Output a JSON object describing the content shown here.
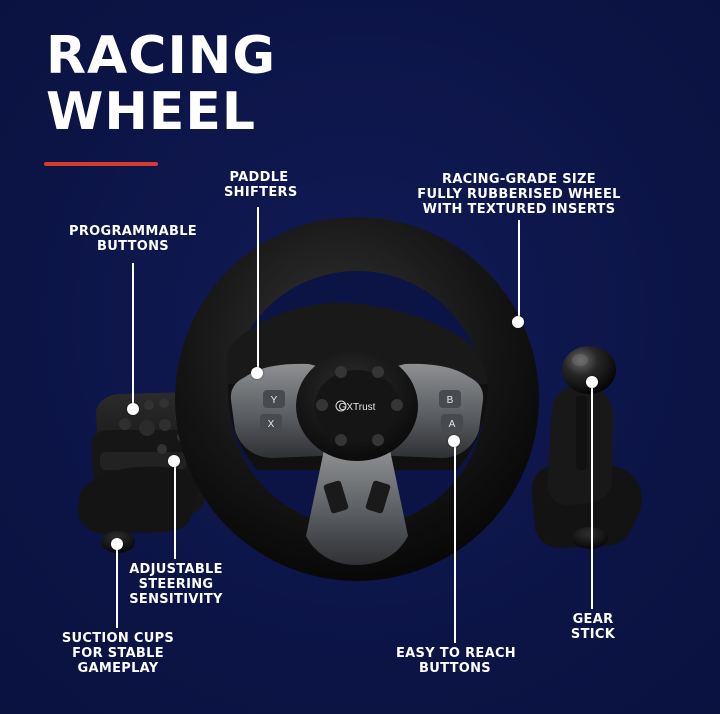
{
  "headline": {
    "line1": "RACING",
    "line2": "WHEEL"
  },
  "accent_color": "#d73a31",
  "brand_logo": "GXTrust",
  "callouts": {
    "paddle": [
      "PADDLE",
      "SHIFTERS"
    ],
    "grade": [
      "RACING-GRADE SIZE",
      "FULLY RUBBERISED WHEEL",
      "WITH TEXTURED INSERTS"
    ],
    "programmable": [
      "PROGRAMMABLE",
      "BUTTONS"
    ],
    "sensitivity": [
      "ADJUSTABLE",
      "STEERING",
      "SENSITIVITY"
    ],
    "suction": [
      "SUCTION CUPS",
      "FOR STABLE",
      "GAMEPLAY"
    ],
    "easy": [
      "EASY TO REACH",
      "BUTTONS"
    ],
    "gear": [
      "GEAR",
      "STICK"
    ]
  },
  "buttons": {
    "y": "Y",
    "x": "X",
    "b": "B",
    "a": "A"
  },
  "icons": {
    "marker": "white-dot-icon",
    "logo": "gxtrust-logo-icon"
  }
}
